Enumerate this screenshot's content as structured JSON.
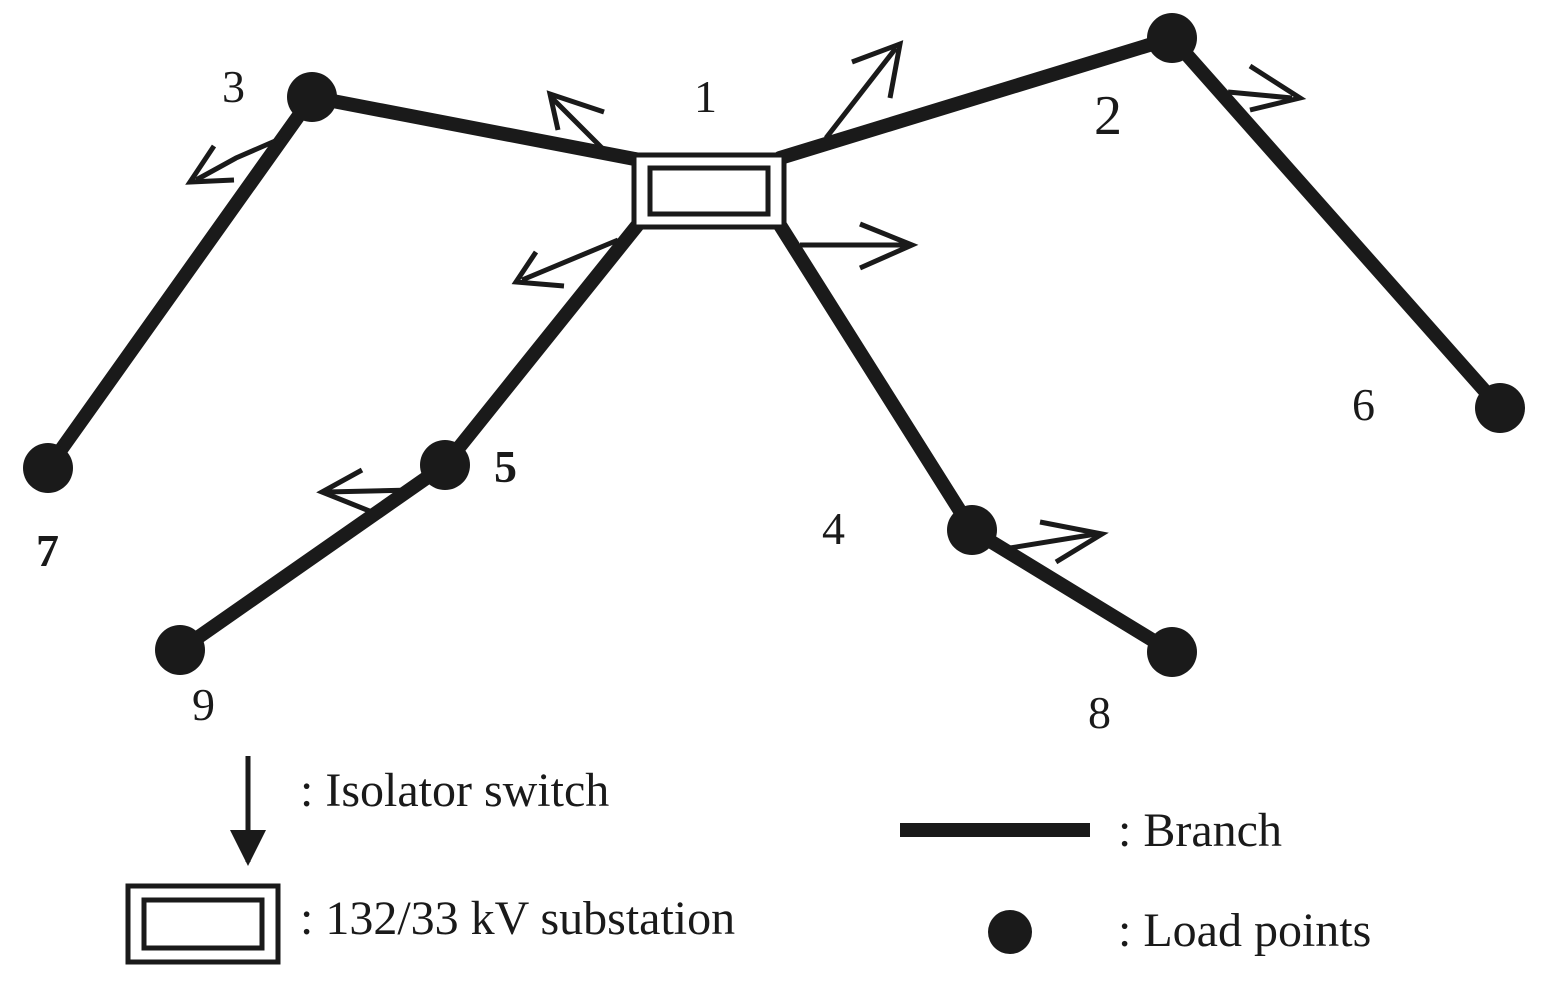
{
  "diagram": {
    "nodes": [
      {
        "id": "1",
        "label": "1",
        "kind": "substation"
      },
      {
        "id": "2",
        "label": "2",
        "kind": "load-point"
      },
      {
        "id": "3",
        "label": "3",
        "kind": "load-point"
      },
      {
        "id": "4",
        "label": "4",
        "kind": "load-point"
      },
      {
        "id": "5",
        "label": "5",
        "kind": "load-point"
      },
      {
        "id": "6",
        "label": "6",
        "kind": "load-point"
      },
      {
        "id": "7",
        "label": "7",
        "kind": "load-point"
      },
      {
        "id": "8",
        "label": "8",
        "kind": "load-point"
      },
      {
        "id": "9",
        "label": "9",
        "kind": "load-point"
      }
    ],
    "branches": [
      {
        "from": "1",
        "to": "3"
      },
      {
        "from": "3",
        "to": "7"
      },
      {
        "from": "1",
        "to": "2"
      },
      {
        "from": "2",
        "to": "6"
      },
      {
        "from": "1",
        "to": "5"
      },
      {
        "from": "5",
        "to": "9"
      },
      {
        "from": "1",
        "to": "4"
      },
      {
        "from": "4",
        "to": "8"
      }
    ],
    "isolator_switch_count": 8
  },
  "legend": {
    "isolator": ": Isolator switch",
    "substation": ": 132/33 kV substation",
    "branch": ": Branch",
    "load": ": Load points"
  },
  "colors": {
    "ink": "#1a1a1a",
    "background": "#ffffff"
  }
}
